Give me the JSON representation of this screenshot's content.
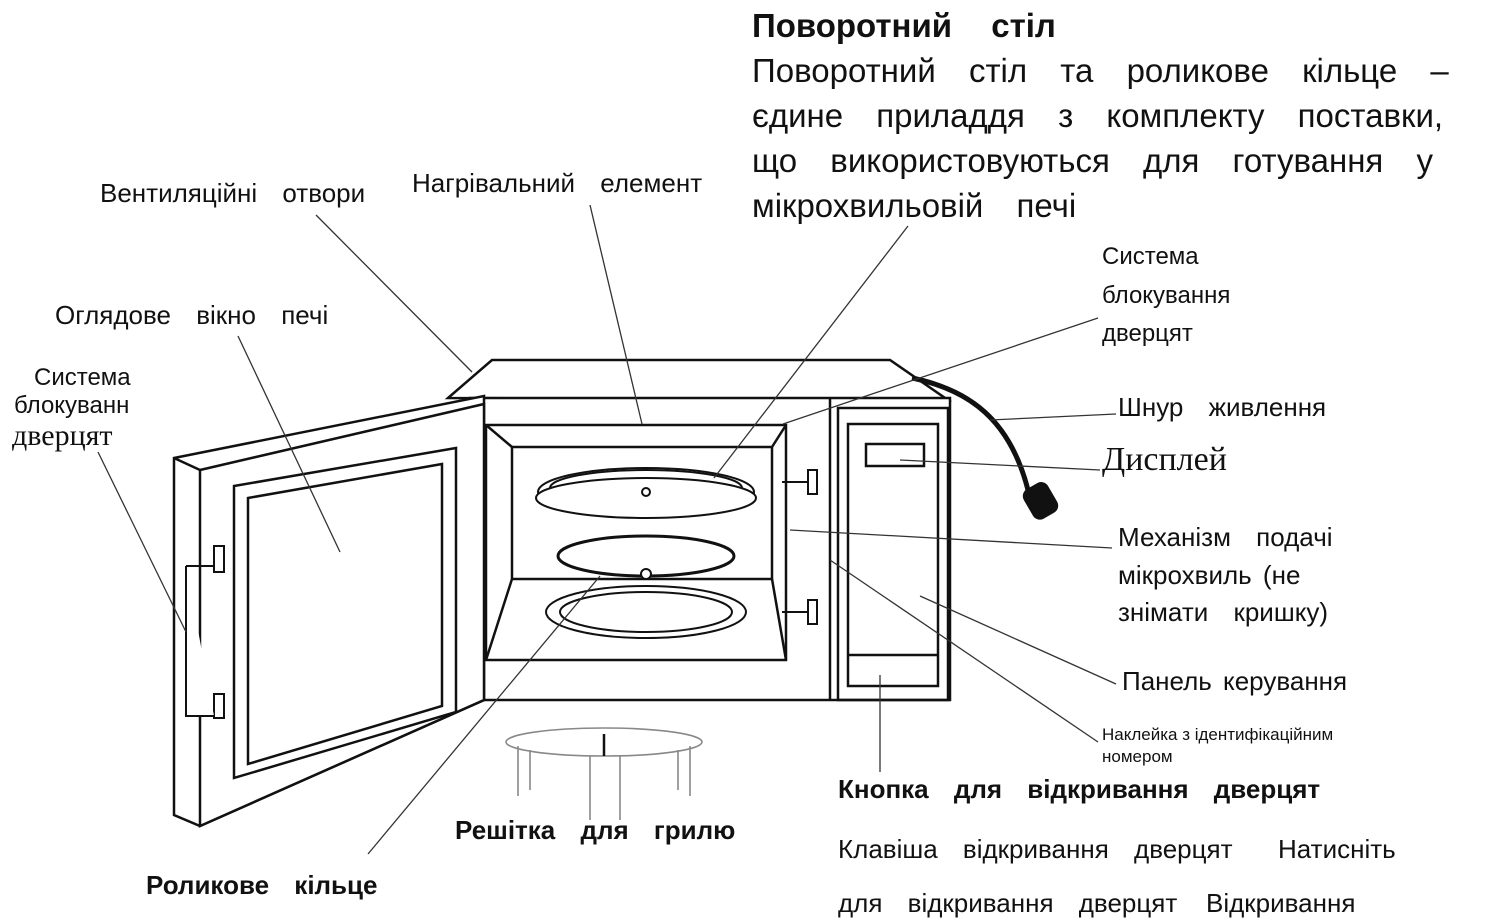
{
  "turntable": {
    "title": "Поворотний   стіл",
    "description": "Поворотний   стіл   та   роликове   кільце – єдине приладдя з комплекту поставки, що використовуються для готування у мікрохвильовій печі"
  },
  "labels": {
    "vents": "Вентиляційні   отвори",
    "heater": "Нагрівальний   елемент",
    "window": "Оглядове   вікно   печі",
    "door_lock_left_1": "Система",
    "door_lock_left_2": "блокуванн",
    "door_lock_left_3": "дверцят",
    "door_lock_right_1": "Система",
    "door_lock_right_2": "блокування",
    "door_lock_right_3": "дверцят",
    "power_cord": "Шнур   живлення",
    "display": "Дисплей",
    "waveguide_1": "Механізм   подачі",
    "waveguide_2": "мікрохвиль (не",
    "waveguide_3": "знімати   кришку)",
    "control_panel": "Панель керування",
    "id_sticker_1": "Наклейка з ідентифікаційним",
    "id_sticker_2": "номером",
    "door_button": "Кнопка   для   відкривання   дверцят",
    "door_button_text_1": "Клавіша   відкривання   дверцят",
    "door_button_text_2": "Натисніть",
    "door_button_text_3": "для відкривання   дверцят",
    "door_button_text_4": "Відкривання",
    "grill_rack": "Решітка   для   грилю",
    "roller_ring": "Роликове   кільце"
  }
}
